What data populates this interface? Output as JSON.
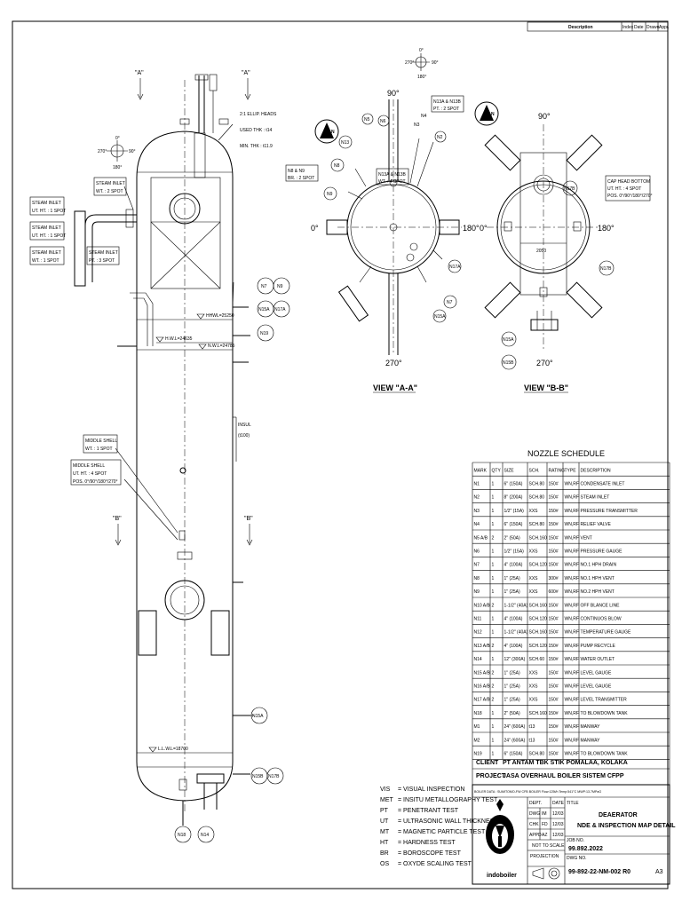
{
  "revision_block": {
    "headers": [
      "Description",
      "Index",
      "Date",
      "Drawn",
      "Appr."
    ]
  },
  "vessel_callouts": {
    "view_a_left": "\"A\"",
    "view_a_right": "\"A\"",
    "view_b_left": "\"B\"",
    "view_b_right": "\"B\"",
    "compass_0": "0°",
    "compass_90": "90°",
    "compass_180": "180°",
    "compass_270": "270°",
    "heads_note": [
      "2:1 ELLIP. HEADS",
      "USED THK : t14",
      "MIN. THK : t11.9"
    ],
    "steam_inlet_wt": [
      "STEAM INLET",
      "WT. : 2 SPOT"
    ],
    "steam_inlet_1": [
      "STEAM INLET",
      "UT. HT. : 1 SPOT"
    ],
    "steam_inlet_2": [
      "STEAM INLET",
      "UT. HT. : 1 SPOT"
    ],
    "steam_inlet_3": [
      "STEAM INLET",
      "WT. : 1 SPOT"
    ],
    "steam_inlet_pt": [
      "STEAM INLET",
      "PT. : 3 SPOT"
    ],
    "hhwl": "HHWL=25250",
    "hwl": "H.W.L=24635",
    "nwl": "N.W.L=24785",
    "llwl": "L.L.W.L=18700",
    "insul": [
      "INSUL",
      "(t100)"
    ],
    "middle_shell_1": [
      "MIDDLE SHELL",
      "WT. : 1 SPOT"
    ],
    "middle_shell_2": [
      "MIDDLE SHELL",
      "UT. HT. : 4 SPOT",
      "POS. 0°/90°/180°/270°"
    ],
    "nozzle_tags_upper": [
      "N7",
      "N9",
      "N15A",
      "N17A",
      "N19"
    ],
    "nozzle_tags_lower": [
      "N15A",
      "N15B",
      "N17B",
      "N18",
      "N14"
    ]
  },
  "view_a": {
    "title": "VIEW \"A-A\"",
    "angle_0": "0°",
    "angle_90": "90°",
    "angle_180": "180°",
    "angle_270": "270°",
    "compass_0": "0°",
    "compass_90": "90°",
    "compass_180": "180°",
    "compass_270": "270°",
    "north": "N",
    "box_n13": [
      "N13A & N13B",
      "PT. : 2 SPOT"
    ],
    "box_n8": [
      "N8 & N9",
      "BR. : 2 SPOT"
    ],
    "box_center": [
      "N13A & N13B",
      "WT. : 4 SPOT"
    ],
    "tags": [
      "N13",
      "N8",
      "N9",
      "N5",
      "N6",
      "N3",
      "N4",
      "N2",
      "N17A",
      "N7",
      "N15A"
    ]
  },
  "view_b": {
    "title": "VIEW \"B-B\"",
    "angle_0": "0°",
    "angle_90": "90°",
    "angle_180": "180°",
    "angle_270": "270°",
    "north": "N",
    "dim": "2050",
    "box_cap": [
      "CAP HEAD BOTTOM",
      "UT. HT. : 4 SPOT",
      "POS. 0°/90°/180°/270°"
    ],
    "tags": [
      "N17B",
      "N17B",
      "N15A",
      "N15B"
    ]
  },
  "nozzle_schedule": {
    "title": "NOZZLE SCHEDULE",
    "headers": [
      "MARK",
      "QTY",
      "SIZE",
      "SCH.",
      "RATING",
      "TYPE",
      "DESCRIPTION"
    ],
    "rows": [
      [
        "N1",
        "1",
        "6\" (150A)",
        "SCH.80",
        "150#",
        "WN,RF",
        "CONDENSATE INLET"
      ],
      [
        "N2",
        "1",
        "8\" (200A)",
        "SCH.80",
        "150#",
        "WN,RF",
        "STEAM INLET"
      ],
      [
        "N3",
        "1",
        "1/2\" (15A)",
        "XXS",
        "150#",
        "WN,RF",
        "PRESSURE TRANSMITTER"
      ],
      [
        "N4",
        "1",
        "6\" (150A)",
        "SCH.80",
        "150#",
        "WN,RF",
        "RELIEF VALVE"
      ],
      [
        "N5 A/B",
        "2",
        "2\" (50A)",
        "SCH.160",
        "150#",
        "WN,RF",
        "VENT"
      ],
      [
        "N6",
        "1",
        "1/2\" (15A)",
        "XXS",
        "150#",
        "WN,RF",
        "PRESSURE GAUGE"
      ],
      [
        "N7",
        "1",
        "4\" (100A)",
        "SCH.120",
        "150#",
        "WN,RF",
        "NO.1 HPH DRAIN"
      ],
      [
        "N8",
        "1",
        "1\" (25A)",
        "XXS",
        "300#",
        "WN,RF",
        "NO.1 HPH VENT"
      ],
      [
        "N9",
        "1",
        "1\" (25A)",
        "XXS",
        "600#",
        "WN,RF",
        "NO.2 HPH VENT"
      ],
      [
        "N10 A/B",
        "2",
        "1-1/2\" (40A)",
        "SCH.160",
        "150#",
        "WN,RF",
        "OFF BLANCE LINE"
      ],
      [
        "N11",
        "1",
        "4\" (100A)",
        "SCH.120",
        "150#",
        "WN,RF",
        "CONTINUOS BLOW"
      ],
      [
        "N12",
        "1",
        "1-1/2\" (40A)",
        "SCH.160",
        "150#",
        "WN,RF",
        "TEMPERATURE GAUGE"
      ],
      [
        "N13 A/B",
        "2",
        "4\" (100A)",
        "SCH.120",
        "150#",
        "WN,RF",
        "PUMP RECYCLE"
      ],
      [
        "N14",
        "1",
        "12\" (300A)",
        "SCH.60",
        "150#",
        "WN,RF",
        "WATER OUTLET"
      ],
      [
        "N15 A/B",
        "2",
        "1\" (25A)",
        "XXS",
        "150#",
        "WN,RF",
        "LEVEL GAUGE"
      ],
      [
        "N16 A/B",
        "2",
        "1\" (25A)",
        "XXS",
        "150#",
        "WN,RF",
        "LEVEL GAUGE"
      ],
      [
        "N17 A/B",
        "2",
        "1\" (25A)",
        "XXS",
        "150#",
        "WN,RF",
        "LEVEL TRANSMITTER"
      ],
      [
        "N18",
        "1",
        "2\" (50A)",
        "SCH.160",
        "150#",
        "WN,RF",
        "TO BLOWDOWN TANK"
      ],
      [
        "M1",
        "1",
        "24\" (600A)",
        "t13",
        "150#",
        "WN,RF",
        "MANWAY"
      ],
      [
        "M2",
        "1",
        "24\" (600A)",
        "t13",
        "150#",
        "WN,RF",
        "MANWAY"
      ],
      [
        "N19",
        "1",
        "6\" (150A)",
        "SCH.80",
        "150#",
        "WN,RF",
        "TO BLOWDOWN TANK"
      ]
    ]
  },
  "project_info": {
    "client_label": "CLIENT",
    "client_sep": ":",
    "client_value": "PT ANTAM TBK  STIK POMALAA, KOLAKA",
    "project_label": "PROJECT",
    "project_sep": ":",
    "project_value": "JASA OVERHAUL BOILER SISTEM CFPP"
  },
  "legend": [
    [
      "VIS",
      "= VISUAL INSPECTION"
    ],
    [
      "MET",
      "= INSITU METALLOGRAPHY TEST"
    ],
    [
      "PT",
      "= PENETRANT TEST"
    ],
    [
      "UT",
      "= ULTRASONIC WALL THICKNESS"
    ],
    [
      "MT",
      "= MAGNETIC PARTICLE TEST"
    ],
    [
      "HT",
      "= HARDNESS TEST"
    ],
    [
      "BR",
      "= BOROSCOPE TEST"
    ],
    [
      "OS",
      "= OXYDE SCALING TEST"
    ]
  ],
  "title_block": {
    "boiler_data": "BOILER DATA : SUMITOMO-FW CFB BOILER Flow:125t/h  Temp:541°C  MWP:13.7MPaG",
    "logo_text": "indoboiler",
    "dept_label": "DEPT.",
    "date_label": "DATE",
    "dwg_label": "DWG",
    "dwg_value": "IM",
    "chk_label": "CHK",
    "chk_value": "FD",
    "appd_label": "APPD",
    "appd_value": "AZ",
    "date_value_1": "12/03",
    "date_value_2": "12/03",
    "date_value_3": "12/03",
    "scale": "NOT TO SCALE",
    "projection_label": "PROJECTION",
    "title_label": "TITLE",
    "title_line1": "DEAERATOR",
    "title_line2": "NDE & INSPECTION MAP DETAIL",
    "job_label": "JOB NO.",
    "job_value": "99.892.2022",
    "dwg_no_label": "DWG NO.",
    "dwg_no_value": "99-892-22-NM-002 R0",
    "sheet_size": "A3"
  }
}
